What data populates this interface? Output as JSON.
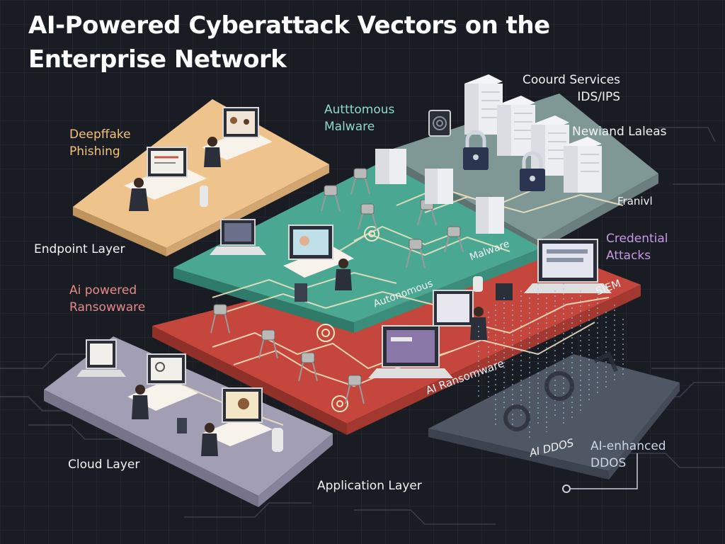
{
  "title": "AI-Powered Cyberattack Vectors on the Enterprise Network",
  "labels": {
    "deepfake": [
      "Deepffake",
      "Phishing"
    ],
    "autonomous_top": [
      "Autttomous",
      "Malware"
    ],
    "cloud_services": [
      "Coourd Services",
      "IDS/IPS"
    ],
    "newiand": "Newiand Laleas",
    "franivl": "Franivl",
    "endpoint_layer": "Endpoint Layer",
    "credential": [
      "Credential",
      "Attacks"
    ],
    "ai_powered_ransomware": [
      "Ai powered",
      "Ransowware"
    ],
    "malware_path": "Malware",
    "autonomous_path": "Autonomous",
    "siem": "SIEM",
    "ai_ransomware_path": "AI Ransomware",
    "ai_ddos_panel": "AI DDOS",
    "ai_enhanced_ddos": [
      "AI-enhanced",
      "DDOS"
    ],
    "cloud_layer": "Cloud Layer",
    "application_layer": "Application Layer"
  },
  "colors": {
    "background": "#1a1c24",
    "endpoint_platform": "#f0c68e",
    "malware_platform": "#4fae98",
    "server_platform": "#8fa8a6",
    "red_platform": "#c8483f",
    "cloud_platform": "#a6a2b8",
    "ddos_platform": "#5b6270",
    "circuit": "#f3e6c4"
  },
  "icons": [
    "monitor-icon",
    "laptop-icon",
    "server-rack-icon",
    "padlock-icon",
    "robot-icon",
    "person-icon",
    "fingerprint-icon"
  ]
}
